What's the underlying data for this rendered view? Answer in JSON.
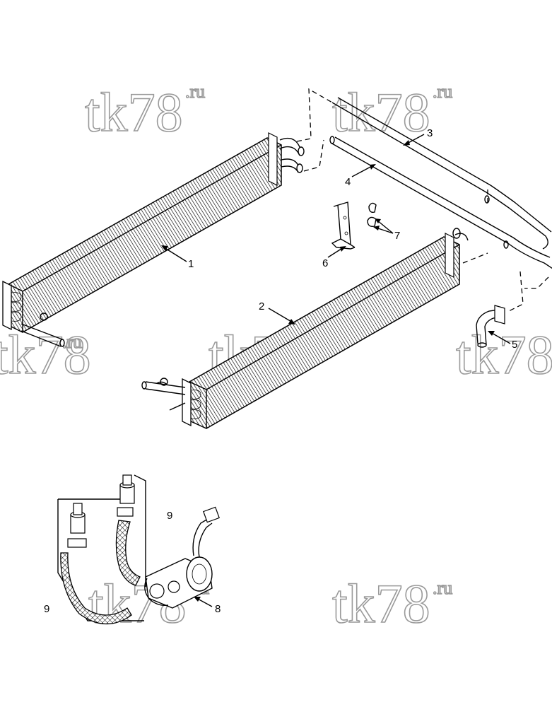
{
  "watermark": {
    "brand": "tk78",
    "suffix": ".ru"
  },
  "callouts": [
    {
      "label": "1"
    },
    {
      "label": "2"
    },
    {
      "label": "3"
    },
    {
      "label": "4"
    },
    {
      "label": "5"
    },
    {
      "label": "6"
    },
    {
      "label": "7"
    },
    {
      "label": "8"
    },
    {
      "label": "9"
    },
    {
      "label": "9"
    }
  ],
  "colors": {
    "line": "#000000",
    "watermark_stroke": "#9a9a9a",
    "background": "#ffffff"
  }
}
